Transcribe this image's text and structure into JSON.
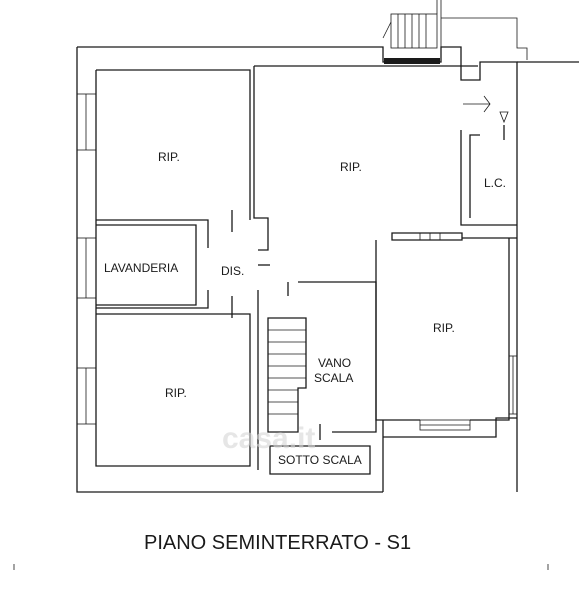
{
  "plan": {
    "title": "PIANO SEMINTERRATO - S1",
    "watermark": "casa.it",
    "rooms": {
      "rip_top_left": "RIP.",
      "rip_center": "RIP.",
      "lc": "L.C.",
      "lavanderia": "LAVANDERIA",
      "dis": "DIS.",
      "rip_bottom_left": "RIP.",
      "vano_scala_1": "VANO",
      "vano_scala_2": "SCALA",
      "rip_right": "RIP.",
      "sotto_scala": "SOTTO SCALA"
    },
    "colors": {
      "line": "#1a1a1a",
      "background": "#ffffff"
    }
  }
}
